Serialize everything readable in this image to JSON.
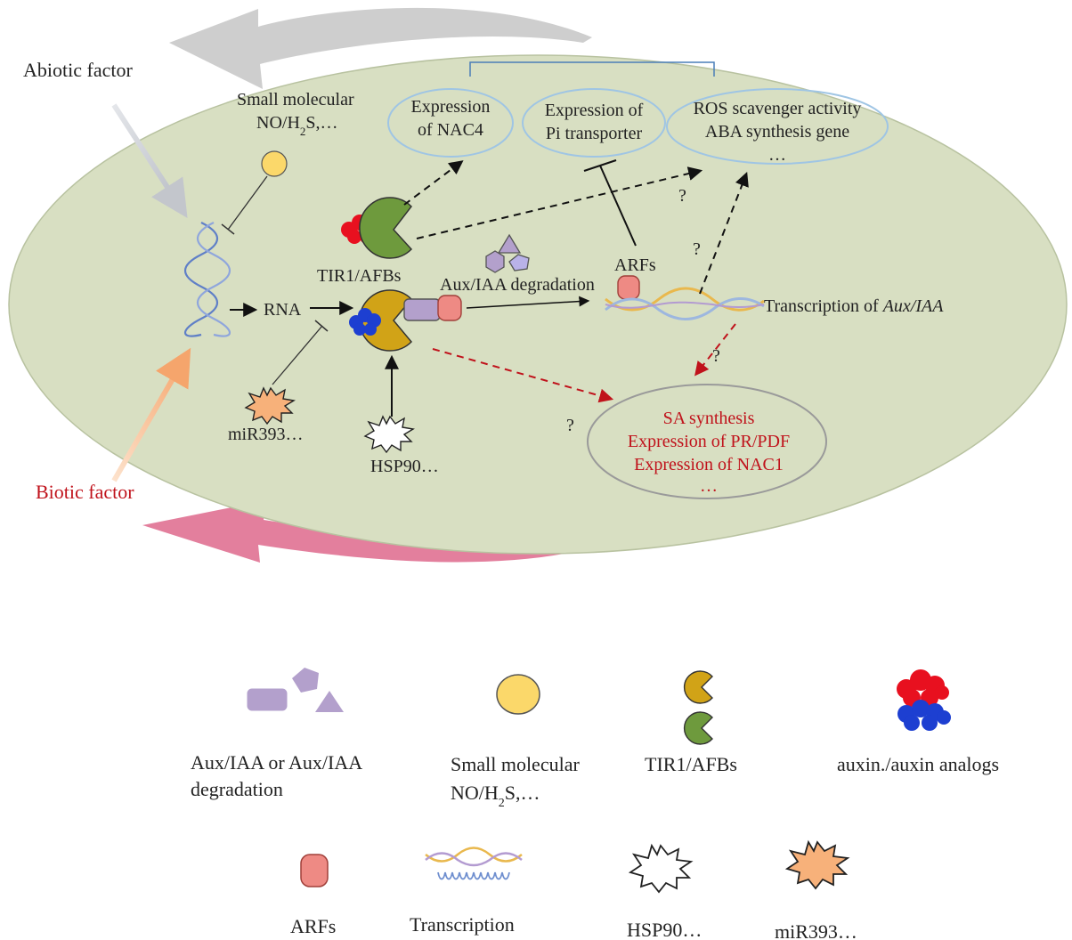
{
  "factors": {
    "abiotic": "Abiotic factor",
    "biotic": "Biotic factor"
  },
  "cell": {
    "small_molecular": {
      "line1": "Small molecular",
      "line2_main": "NO/H",
      "line2_sub": "2",
      "line2_tail": "S,…"
    },
    "rna": "RNA",
    "tir1_afbs": "TIR1/AFBs",
    "aux_iaa_degradation": "Aux/IAA  degradation",
    "arfs": "ARFs",
    "transcription_prefix": "Transcription of ",
    "transcription_gene": "Aux/IAA",
    "mir393": "miR393…",
    "hsp90": "HSP90…",
    "question": "?",
    "nac4": {
      "line1": "Expression",
      "line2": "of NAC4"
    },
    "pi_transporter": {
      "line1": "Expression of",
      "line2": "Pi transporter"
    },
    "ros": {
      "line1": "ROS  scavenger activity",
      "line2": "ABA  synthesis gene",
      "line3": "…"
    },
    "sa": {
      "line1": "SA  synthesis",
      "line2": "Expression of PR/PDF",
      "line3": "Expression of NAC1",
      "line4": "…"
    }
  },
  "legend": {
    "aux_iaa": {
      "line1": "Aux/IAA  or Aux/IAA",
      "line2": "degradation"
    },
    "small_molecular": {
      "line1": "Small molecular",
      "line2_main": "NO/H",
      "line2_sub": "2",
      "line2_tail": "S,…"
    },
    "tir1_afbs": "TIR1/AFBs",
    "auxin": "auxin./auxin analogs",
    "arfs": "ARFs",
    "transcription": "Transcription",
    "hsp90": "HSP90…",
    "mir393": "miR393…"
  },
  "colors": {
    "cell_fill": "#d8dfc2",
    "box_outline": "#9fc5e4",
    "sa_outline": "#9a9a9a",
    "tir1_gold": "#d1a317",
    "tir1_green": "#6e9a3d",
    "auxin_red": "#e8101f",
    "auxin_blue": "#1d3fd1",
    "arf_pink": "#ee8a84",
    "aux_purple": "#b3a0cc",
    "small_mol_yellow": "#fbd86a",
    "mir393_orange": "#f7b17a",
    "red_text": "#c0121b"
  }
}
